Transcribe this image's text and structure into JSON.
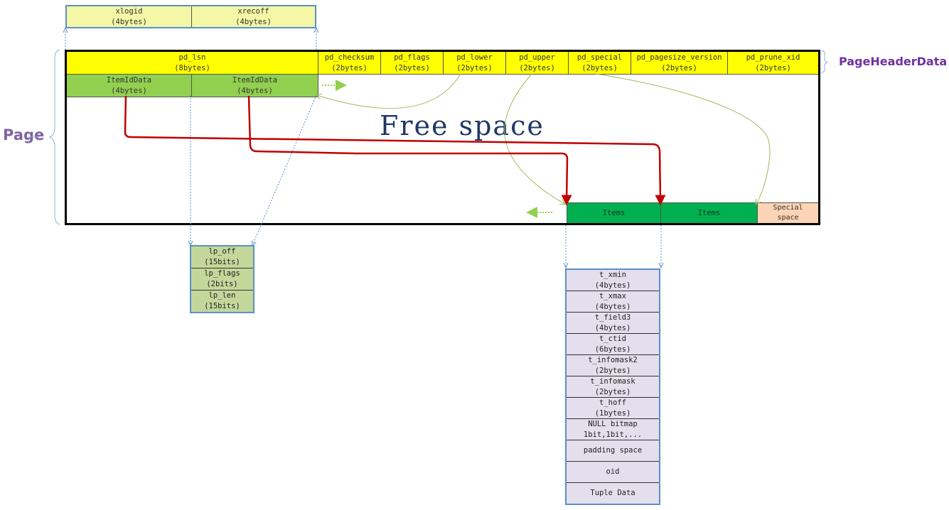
{
  "labels": {
    "page": "Page",
    "page_header_data": "PageHeaderData",
    "free_space": "Free space"
  },
  "xlog": {
    "cells": [
      {
        "name": "xlogid",
        "size": "(4bytes)"
      },
      {
        "name": "xrecoff",
        "size": "(4bytes)"
      }
    ]
  },
  "header": {
    "cells": [
      {
        "name": "pd_lsn",
        "size": "(8bytes)"
      },
      {
        "name": "pd_checksum",
        "size": "(2bytes)"
      },
      {
        "name": "pd_flags",
        "size": "(2bytes)"
      },
      {
        "name": "pd_lower",
        "size": "(2bytes)"
      },
      {
        "name": "pd_upper",
        "size": "(2bytes)"
      },
      {
        "name": "pd_special",
        "size": "(2bytes)"
      },
      {
        "name": "pd_pagesize_version",
        "size": "(2bytes)"
      },
      {
        "name": "pd_prune_xid",
        "size": "(2bytes)"
      }
    ]
  },
  "item_ids": [
    {
      "name": "ItemIdData",
      "size": "(4bytes)"
    },
    {
      "name": "ItemIdData",
      "size": "(4bytes)"
    }
  ],
  "items": [
    "Items",
    "Items"
  ],
  "special": "Special\nspace",
  "itemid_fields": [
    "lp_off\n(15bits)",
    "lp_flags\n(2bits)",
    "lp_len\n(15bits)"
  ],
  "tuple_fields": [
    "t_xmin\n(4bytes)",
    "t_xmax\n(4bytes)",
    "t_field3\n(4bytes)",
    "t_ctid\n(6bytes)",
    "t_infomask2\n(2bytes)",
    "t_infomask\n(2bytes)",
    "t_hoff\n(1bytes)",
    "NULL bitmap\n1bit,1bit,...",
    "padding space",
    "oid",
    "Tuple Data"
  ],
  "colors": {
    "header_yellow": "#ffff00",
    "xlog_yellow": "#f3f7a6",
    "itemid_green": "#92d050",
    "items_green": "#00b050",
    "special_peach": "#fad4b4",
    "lp_green": "#c4d79b",
    "tuple_lavender": "#e4dfec",
    "pointer_red": "#c00000",
    "label_purple": "#8064a2",
    "free_space_blue": "#1f3864"
  }
}
